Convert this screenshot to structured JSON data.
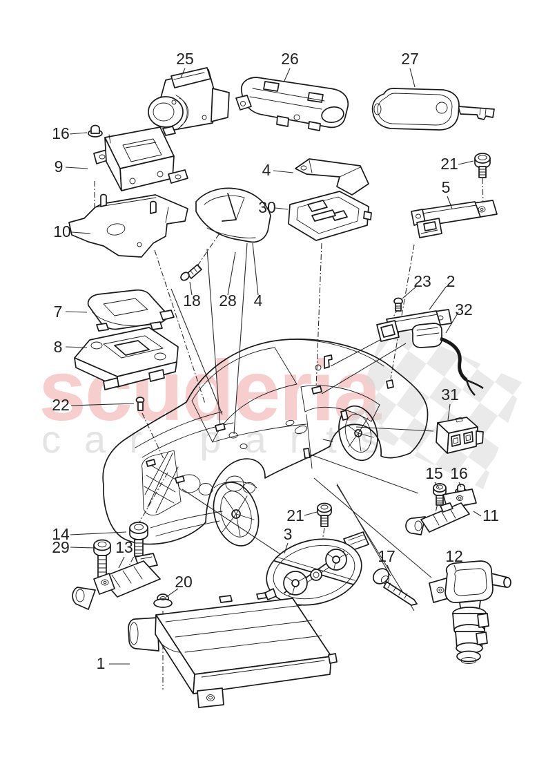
{
  "watermark": {
    "brand": "scuderia",
    "subtitle": "car parts",
    "brand_color": "#f5c2c2",
    "subtitle_color": "#e4e4e4",
    "flag_color": "#d8d8d8"
  },
  "diagram": {
    "line_color": "#1a1a1a",
    "background_color": "#ffffff"
  },
  "callouts": {
    "labels": [
      "25",
      "26",
      "27",
      "16",
      "9",
      "4",
      "21",
      "5",
      "30",
      "10",
      "18",
      "28",
      "4",
      "7",
      "8",
      "23",
      "2",
      "32",
      "22",
      "31",
      "15",
      "16",
      "11",
      "14",
      "29",
      "13",
      "21",
      "3",
      "17",
      "12",
      "20",
      "1"
    ]
  }
}
